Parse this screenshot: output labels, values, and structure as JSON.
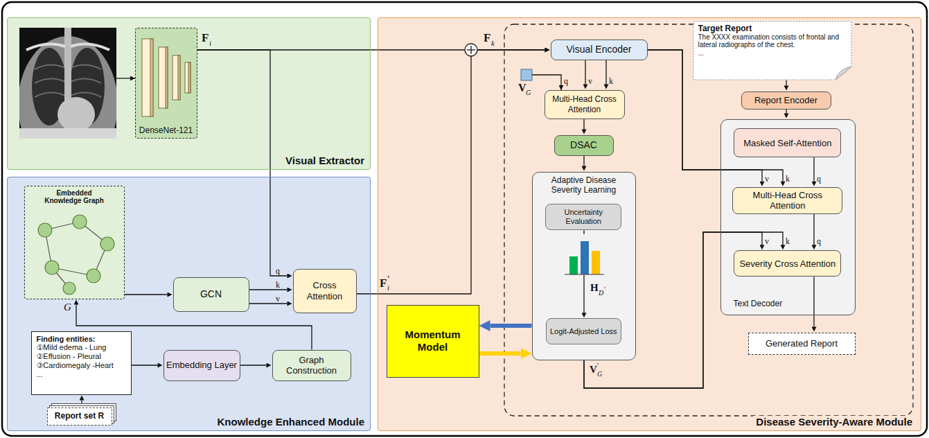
{
  "diagram": {
    "nodes": [
      {
        "text": [
          "Visual Extractor"
        ]
      },
      {
        "text": [
          "DenseNet-121"
        ],
        "in": 0
      },
      {
        "text": [
          "Knowledge Enhanced Module"
        ]
      },
      {
        "text": [
          "Embedded Knowledge Graph"
        ],
        "in": 2
      },
      {
        "text": [
          "GCN"
        ],
        "in": 2
      },
      {
        "text": [
          "Cross Attention"
        ],
        "in": 2
      },
      {
        "text": [
          "Finding entities:",
          "①Mild edema - Lung",
          "②Effusion - Pleural",
          "③Cardiomegaly -Heart",
          "..."
        ],
        "in": 2
      },
      {
        "text": [
          "Embedding Layer"
        ],
        "in": 2
      },
      {
        "text": [
          "Graph Construction"
        ],
        "in": 2
      },
      {
        "text": [
          "Report set R"
        ],
        "in": 2
      },
      {
        "text": [
          "Disease Severity-Aware Module"
        ]
      },
      {
        "text": [
          "Visual Encoder"
        ],
        "in": 10
      },
      {
        "text": [
          "Multi-Head Cross Attention"
        ],
        "in": 10
      },
      {
        "text": [
          "DSAC"
        ],
        "in": 10
      },
      {
        "text": [
          "Adaptive Disease Severity Learning"
        ],
        "in": 10
      },
      {
        "text": [
          "Uncertainty Evaluation"
        ],
        "in": 14
      },
      {
        "text": [
          "Logit-Adjusted Loss"
        ],
        "in": 14
      },
      {
        "text": [
          "Momentum Model"
        ],
        "in": 10
      },
      {
        "text": [
          "Target Report",
          "The XXXX examination consists of frontal and lateral radiographs of the chest.",
          "..."
        ],
        "in": 10
      },
      {
        "text": [
          "Report Encoder"
        ],
        "in": 10
      },
      {
        "text": [
          "Text Decoder"
        ],
        "in": 10
      },
      {
        "text": [
          "Masked Self-Attention"
        ],
        "in": 20
      },
      {
        "text": [
          "Multi-Head Cross Attention"
        ],
        "in": 20
      },
      {
        "text": [
          "Severity Cross Attention"
        ],
        "in": 20
      },
      {
        "text": [
          "Generated Report"
        ],
        "in": 10
      }
    ],
    "edges": [
      {
        "from": 1,
        "to": 11,
        "arrow": "to"
      },
      {
        "from": 1,
        "to": 5,
        "arrow": "to"
      },
      {
        "from": 3,
        "to": 4,
        "arrow": "to"
      },
      {
        "from": 4,
        "to": 5,
        "arrow": "to"
      },
      {
        "from": 4,
        "to": 5,
        "arrow": "to"
      },
      {
        "from": 5,
        "to": 11,
        "arrow": "to"
      },
      {
        "from": 9,
        "to": 6,
        "arrow": "to"
      },
      {
        "from": 6,
        "to": 7,
        "arrow": "to"
      },
      {
        "from": 7,
        "to": 8,
        "arrow": "to"
      },
      {
        "from": 8,
        "to": 3,
        "arrow": "to"
      },
      {
        "from": 11,
        "to": 12,
        "arrow": "to"
      },
      {
        "from": 11,
        "to": 12,
        "arrow": "to"
      },
      {
        "from": 11,
        "to": 22,
        "arrow": "to"
      },
      {
        "from": 11,
        "to": 22,
        "arrow": "to"
      },
      {
        "from": 12,
        "to": 13,
        "arrow": "to"
      },
      {
        "from": 13,
        "to": 14,
        "arrow": "to"
      },
      {
        "from": 15,
        "to": 16,
        "arrow": "to"
      },
      {
        "from": 14,
        "to": 23,
        "arrow": "to"
      },
      {
        "from": 14,
        "to": 23,
        "arrow": "to"
      },
      {
        "from": 14,
        "to": 17,
        "arrow": "to"
      },
      {
        "from": 17,
        "to": 14,
        "arrow": "to"
      },
      {
        "from": 18,
        "to": 19,
        "arrow": "to"
      },
      {
        "from": 19,
        "to": 20,
        "arrow": "to"
      },
      {
        "from": 21,
        "to": 22,
        "arrow": "to"
      },
      {
        "from": 22,
        "to": 23,
        "arrow": "to"
      },
      {
        "from": 23,
        "to": 24,
        "arrow": "to"
      }
    ],
    "labels": [
      "F",
      "i",
      "q",
      "k",
      "v",
      "F",
      "'",
      "i",
      "F",
      "k",
      "V",
      "G",
      "q",
      "v",
      "k",
      "H",
      "D",
      "'",
      "V",
      "'",
      "G",
      "v",
      "k",
      "q",
      "v",
      "k",
      "q",
      "G"
    ]
  }
}
